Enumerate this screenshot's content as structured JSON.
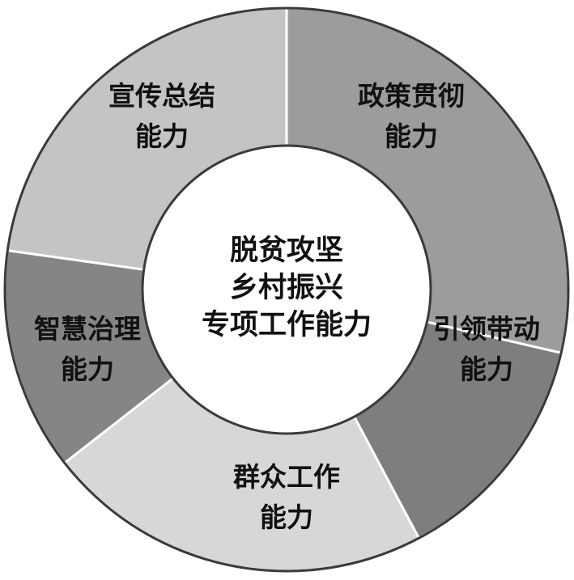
{
  "diagram": {
    "center": {
      "lines": [
        "脱贫攻坚",
        "乡村振兴",
        "专项工作能力"
      ],
      "fill": "#ffffff"
    },
    "segments": [
      {
        "id": "policy",
        "lines": [
          "政策贯彻",
          "能力"
        ],
        "fill": "#9c9c9c"
      },
      {
        "id": "lead",
        "lines": [
          "引领带动",
          "能力"
        ],
        "fill": "#7e7e7e"
      },
      {
        "id": "masses",
        "lines": [
          "群众工作",
          "能力"
        ],
        "fill": "#d7d7d7"
      },
      {
        "id": "governance",
        "lines": [
          "智慧治理",
          "能力"
        ],
        "fill": "#858585"
      },
      {
        "id": "publicity",
        "lines": [
          "宣传总结",
          "能力"
        ],
        "fill": "#c4c4c4"
      }
    ]
  }
}
